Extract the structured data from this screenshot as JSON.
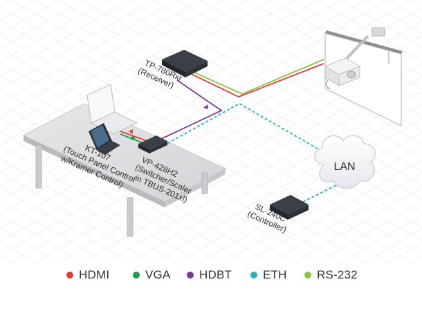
{
  "devices": {
    "receiver": {
      "name": "TP-780Rxr",
      "role": "(Receiver)"
    },
    "switcher": {
      "name": "VP-428H2",
      "role": "(Switcher/Scaler",
      "role2": "in TBUS-201xl)"
    },
    "touch_panel": {
      "name": "KT-107",
      "role": "(Touch Panel Control",
      "role2": "w/Kramer Control)"
    },
    "controller": {
      "name": "SL-240C",
      "role": "(Controller)"
    },
    "network": {
      "name": "LAN"
    }
  },
  "legend": [
    {
      "label": "HDMI",
      "color": "#e23b34"
    },
    {
      "label": "VGA",
      "color": "#1f9a4b"
    },
    {
      "label": "HDBT",
      "color": "#7b3a95"
    },
    {
      "label": "ETH",
      "color": "#27b2c2"
    },
    {
      "label": "RS-232",
      "color": "#8cc63f"
    }
  ],
  "cable_colors": {
    "hdmi": "#e23b34",
    "vga": "#1f9a4b",
    "hdbt": "#7b3a95",
    "eth": "#27b2c2",
    "rs232": "#8cc63f"
  }
}
